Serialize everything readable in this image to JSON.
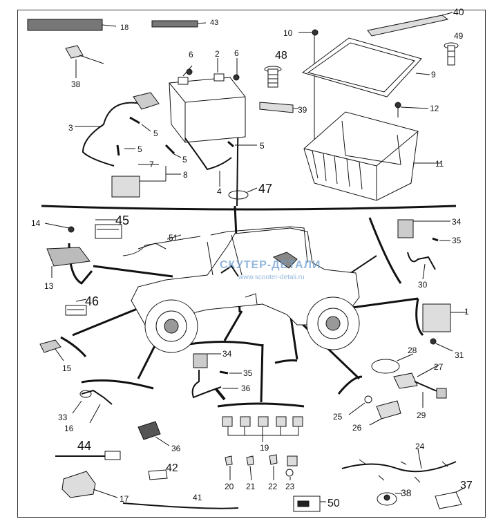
{
  "watermark": {
    "text": "СКУТЕР-ДЕТАЛИ",
    "url": "www.scooter-detali.ru",
    "color": "#5b8fc9"
  },
  "line_color": "#111111",
  "callouts": {
    "c1": "1",
    "c2": "2",
    "c3": "3",
    "c4": "4",
    "c5a": "5",
    "c5b": "5",
    "c5c": "5",
    "c5d": "5",
    "c6a": "6",
    "c6b": "6",
    "c7": "7",
    "c8": "8",
    "c9": "9",
    "c10": "10",
    "c11": "11",
    "c12": "12",
    "c13": "13",
    "c14": "14",
    "c15": "15",
    "c16": "16",
    "c17": "17",
    "c18": "18",
    "c19": "19",
    "c20": "20",
    "c21": "21",
    "c22": "22",
    "c23": "23",
    "c24": "24",
    "c25": "25",
    "c26": "26",
    "c27": "27",
    "c28": "28",
    "c29": "29",
    "c30": "30",
    "c31": "31",
    "c33": "33",
    "c34a": "34",
    "c34b": "34",
    "c35a": "35",
    "c35b": "35",
    "c36a": "36",
    "c36b": "36",
    "c37": "37",
    "c38a": "38",
    "c38b": "38",
    "c39": "39",
    "c40": "40",
    "c41": "41",
    "c42": "42",
    "c43": "43",
    "c44": "44",
    "c45": "45",
    "c46": "46",
    "c47": "47",
    "c48": "48",
    "c49": "49",
    "c50": "50",
    "c51": "51"
  }
}
